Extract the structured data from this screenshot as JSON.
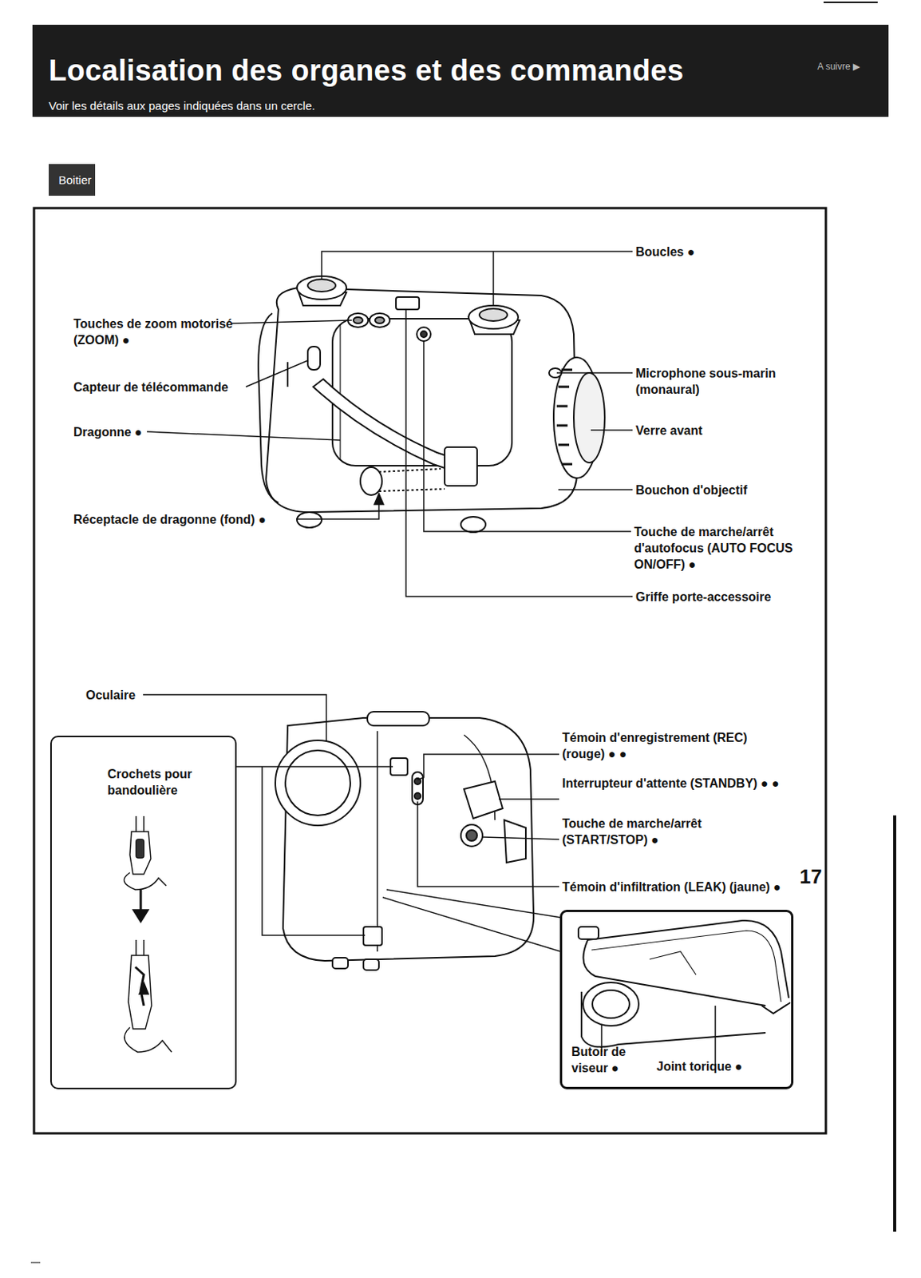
{
  "diagram": {
    "title": "Localisation des organes et des commandes",
    "nodes": [
      {
        "text": [
          "Boitier"
        ]
      },
      {
        "text": [
          "Crochets pour bandoulière"
        ]
      },
      {
        "text": [
          "Butoir de viseur ●",
          "Joint torique ●"
        ]
      }
    ],
    "labels": [
      "Voir les détails aux pages indiquées dans un cercle.",
      "A suivre ▶",
      "Boucles ●",
      "Touches de zoom motorisé (ZOOM) ●",
      "Capteur de télécommande",
      "Dragonne ●",
      "Réceptacle de dragonne (fond) ●",
      "Microphone sous-marin (monaural)",
      "Verre avant",
      "Bouchon d'objectif",
      "Touche de marche/arrêt d'autofocus (AUTO FOCUS ON/OFF) ●",
      "Griffe porte-accessoire",
      "Oculaire",
      "Témoin d'enregistrement (REC) (rouge) ● ●",
      "Interrupteur d'attente (STANDBY) ● ●",
      "Touche de marche/arrêt (START/STOP) ●",
      "Témoin d'infiltration (LEAK) (jaune) ●",
      "17"
    ]
  }
}
